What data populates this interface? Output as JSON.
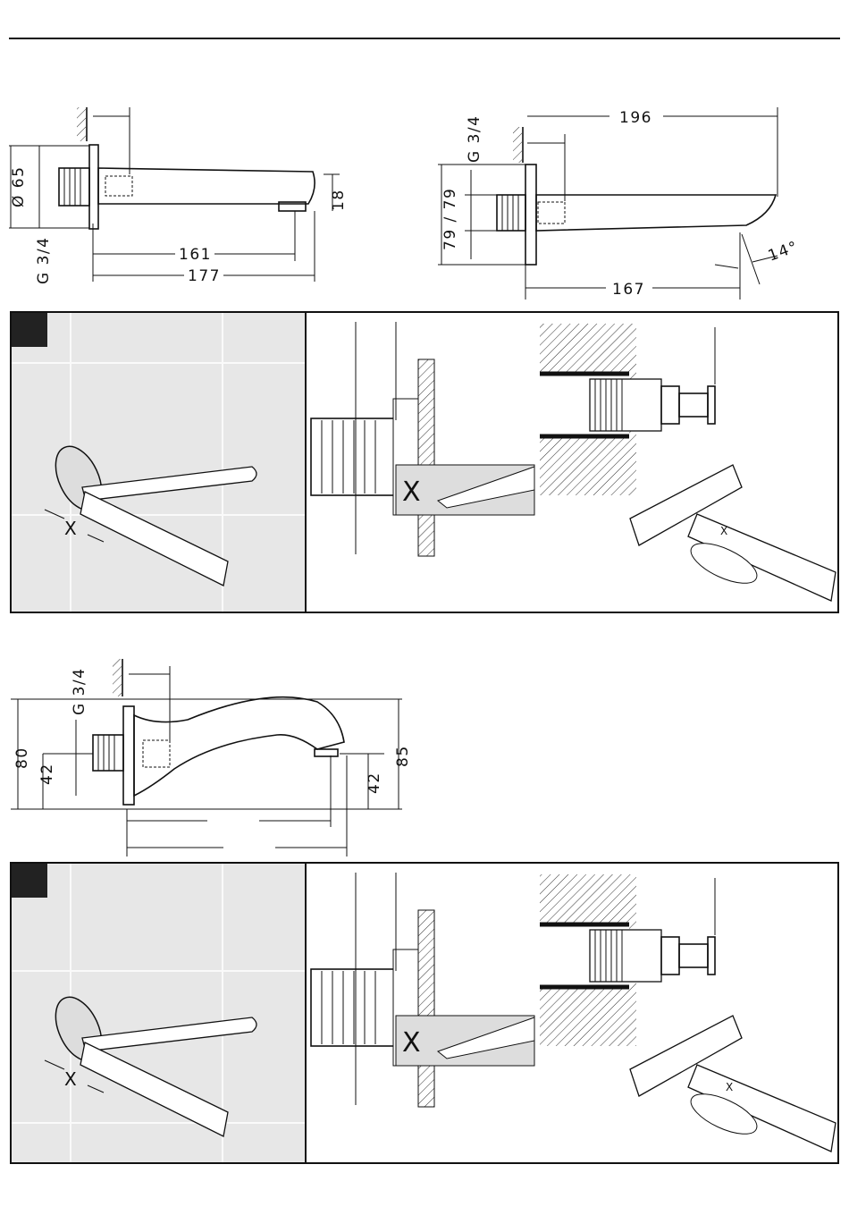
{
  "drawing1": {
    "dim_wall_flange": "",
    "dim_diameter": "Ø 65",
    "dim_thread": "G 3/4",
    "dim_spout_height": "18",
    "dim_length_outlet": "161",
    "dim_length_total": "177"
  },
  "drawing2": {
    "dim_total": "196",
    "dim_thread": "G 3/4",
    "dim_height": "79 / 79",
    "dim_height_lower": "79 / 79",
    "dim_length": "167",
    "dim_angle": "14°"
  },
  "step1": {
    "marker_label": "X",
    "marker_label_2": "X",
    "marker_label_3": "X"
  },
  "drawing3": {
    "dim_thread": "G 3/4",
    "dim_height_total": "80",
    "dim_height_connection": "42",
    "dim_height_outlet": "42",
    "dim_height_right": "85"
  },
  "step2": {
    "marker_label": "X",
    "marker_label_2": "X",
    "marker_label_3": "X"
  }
}
